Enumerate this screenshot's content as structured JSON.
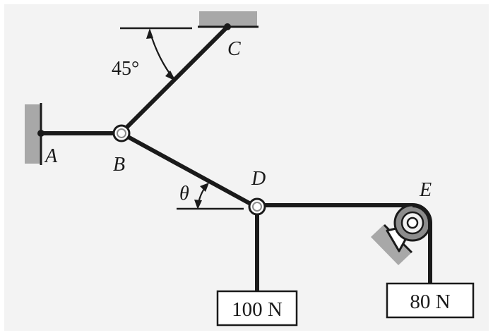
{
  "figure": {
    "points": {
      "a": "A",
      "b": "B",
      "c": "C",
      "d": "D",
      "e": "E"
    },
    "angles": {
      "bc_from_horizontal": "45°",
      "bd_from_horizontal": "θ"
    },
    "loads": {
      "at_d": "100 N",
      "over_pulley_e": "80 N"
    }
  },
  "colors": {
    "frame": "#ffffff",
    "panel": "#f3f3f3",
    "ink": "#1a1a1a",
    "support_hatch": "#a8a8a8",
    "pulley_fill": "#8c8c8c",
    "pulley_hub": "#ffffff"
  }
}
